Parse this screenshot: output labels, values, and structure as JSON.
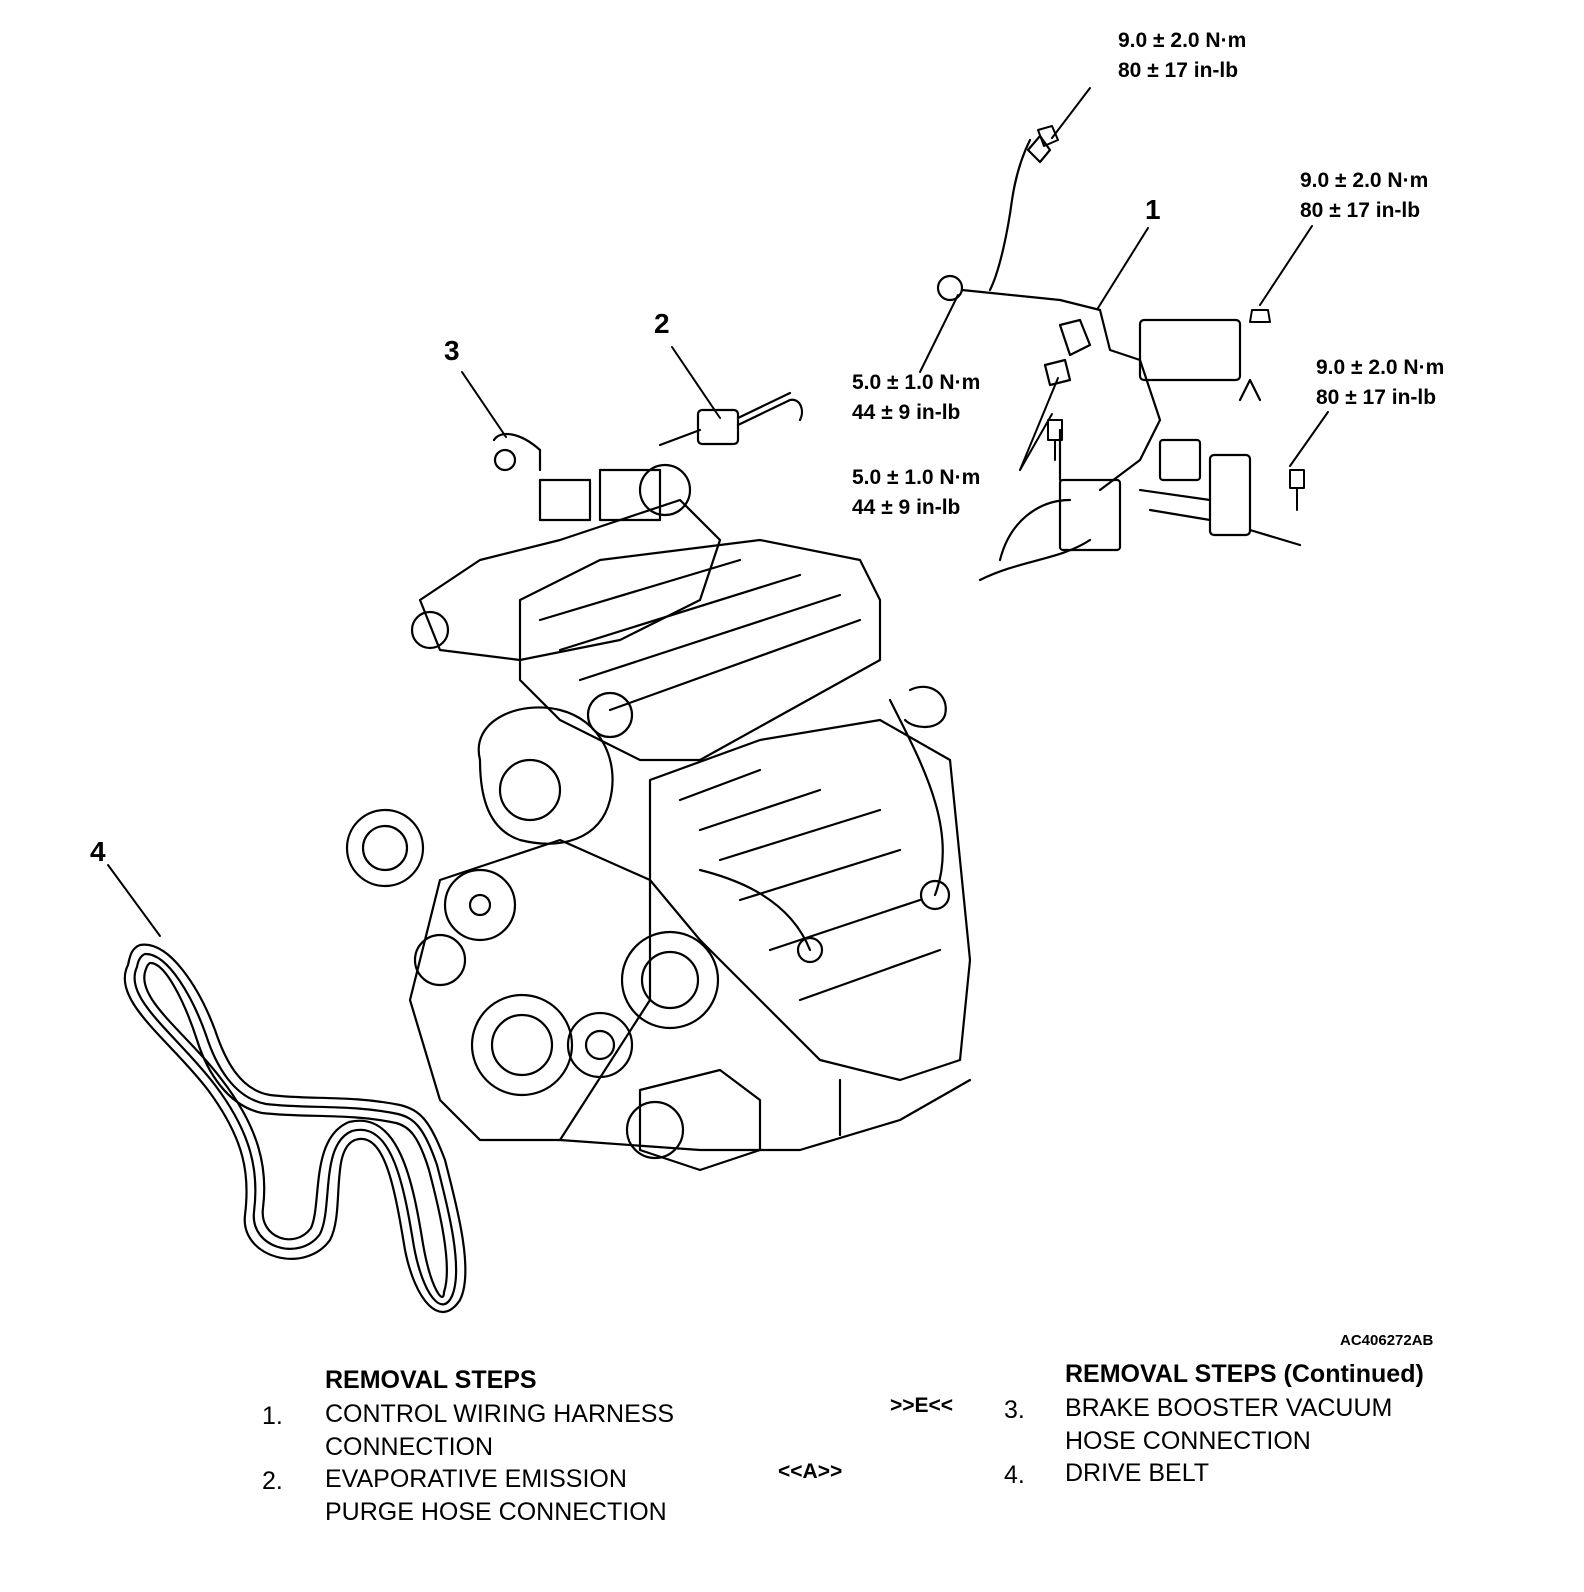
{
  "diagram": {
    "callouts": [
      "1",
      "2",
      "3",
      "4"
    ],
    "torques": [
      {
        "nm": "9.0 ± 2.0 N·m",
        "inlb": "80 ± 17 in-lb"
      },
      {
        "nm": "9.0 ± 2.0 N·m",
        "inlb": "80 ± 17 in-lb"
      },
      {
        "nm": "9.0 ± 2.0 N·m",
        "inlb": "80 ± 17 in-lb"
      },
      {
        "nm": "5.0 ± 1.0 N·m",
        "inlb": "44 ± 9 in-lb"
      },
      {
        "nm": "5.0 ± 1.0 N·m",
        "inlb": "44 ± 9 in-lb"
      }
    ],
    "figure_code": "AC406272AB"
  },
  "steps_left": {
    "heading": "REMOVAL STEPS",
    "items": [
      {
        "num": "1.",
        "line1": "CONTROL WIRING HARNESS",
        "line2": "CONNECTION",
        "ref": ""
      },
      {
        "num": "2.",
        "line1": "EVAPORATIVE EMISSION",
        "line2": "PURGE HOSE CONNECTION",
        "ref": "<<A>>"
      }
    ]
  },
  "steps_right": {
    "heading": "REMOVAL STEPS (Continued)",
    "items": [
      {
        "num": "3.",
        "line1": "BRAKE BOOSTER VACUUM",
        "line2": "HOSE CONNECTION",
        "ref": ">>E<<"
      },
      {
        "num": "4.",
        "line1": "DRIVE BELT",
        "line2": "",
        "ref": ""
      }
    ]
  }
}
